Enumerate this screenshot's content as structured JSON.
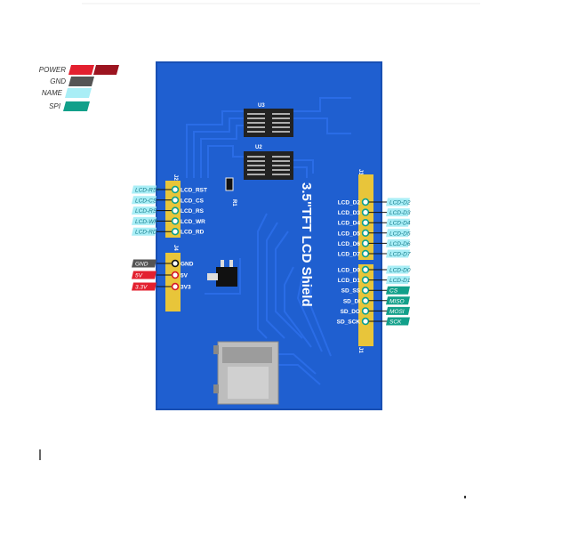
{
  "legend": [
    {
      "label": "POWER",
      "color": "#e3202f",
      "color2": "#9c1420"
    },
    {
      "label": "GND",
      "color": "#555555"
    },
    {
      "label": "NAME",
      "color": "#a9eef6"
    },
    {
      "label": "SPI",
      "color": "#12a08a"
    }
  ],
  "board": {
    "title": "3.5\"TFT LCD Shield",
    "chip_u3": "U3",
    "chip_u2": "U2",
    "resistor": "R1",
    "header_j1": "J1",
    "header_j2": "J2",
    "header_j3": "J3",
    "header_j4": "J4"
  },
  "left_upper": [
    {
      "tag": "LCD-RST",
      "pin": "LCD_RST"
    },
    {
      "tag": "LCD-CS",
      "pin": "LCD_CS"
    },
    {
      "tag": "LCD-RS",
      "pin": "LCD_RS"
    },
    {
      "tag": "LCD-WR",
      "pin": "LCD_WR"
    },
    {
      "tag": "LCD-RD",
      "pin": "LCD_RD"
    }
  ],
  "left_lower": [
    {
      "tag": "GND",
      "pin": "GND",
      "kind": "gnd"
    },
    {
      "tag": "5V",
      "pin": "5V",
      "kind": "power"
    },
    {
      "tag": "3.3V",
      "pin": "3V3",
      "kind": "power"
    }
  ],
  "right_upper": [
    {
      "pin": "LCD_D2",
      "tag": "LCD-D2"
    },
    {
      "pin": "LCD_D3",
      "tag": "LCD-D3"
    },
    {
      "pin": "LCD_D4",
      "tag": "LCD-D4"
    },
    {
      "pin": "LCD_D5",
      "tag": "LCD-D5"
    },
    {
      "pin": "LCD_D6",
      "tag": "LCD-D6"
    },
    {
      "pin": "LCD_D7",
      "tag": "LCD-D7"
    }
  ],
  "right_lower": [
    {
      "pin": "LCD_D0",
      "tag": "LCD-D0",
      "kind": "name"
    },
    {
      "pin": "LCD_D1",
      "tag": "LCD-D1",
      "kind": "name"
    },
    {
      "pin": "SD_SS",
      "tag": "CS",
      "kind": "spi"
    },
    {
      "pin": "SD_DI",
      "tag": "MISO",
      "kind": "spi"
    },
    {
      "pin": "SD_DO",
      "tag": "MOSI",
      "kind": "spi"
    },
    {
      "pin": "SD_SCK",
      "tag": "SCK",
      "kind": "spi"
    }
  ],
  "colors": {
    "board": "#1f5fd0",
    "board_edge": "#184fb3",
    "trace": "#2a6ce6",
    "header": "#e8c53a",
    "name_tag": "#a9eef6",
    "name_text": "#157a8a",
    "spi_tag": "#12a08a",
    "power_tag": "#e3202f",
    "gnd_tag": "#555555"
  }
}
